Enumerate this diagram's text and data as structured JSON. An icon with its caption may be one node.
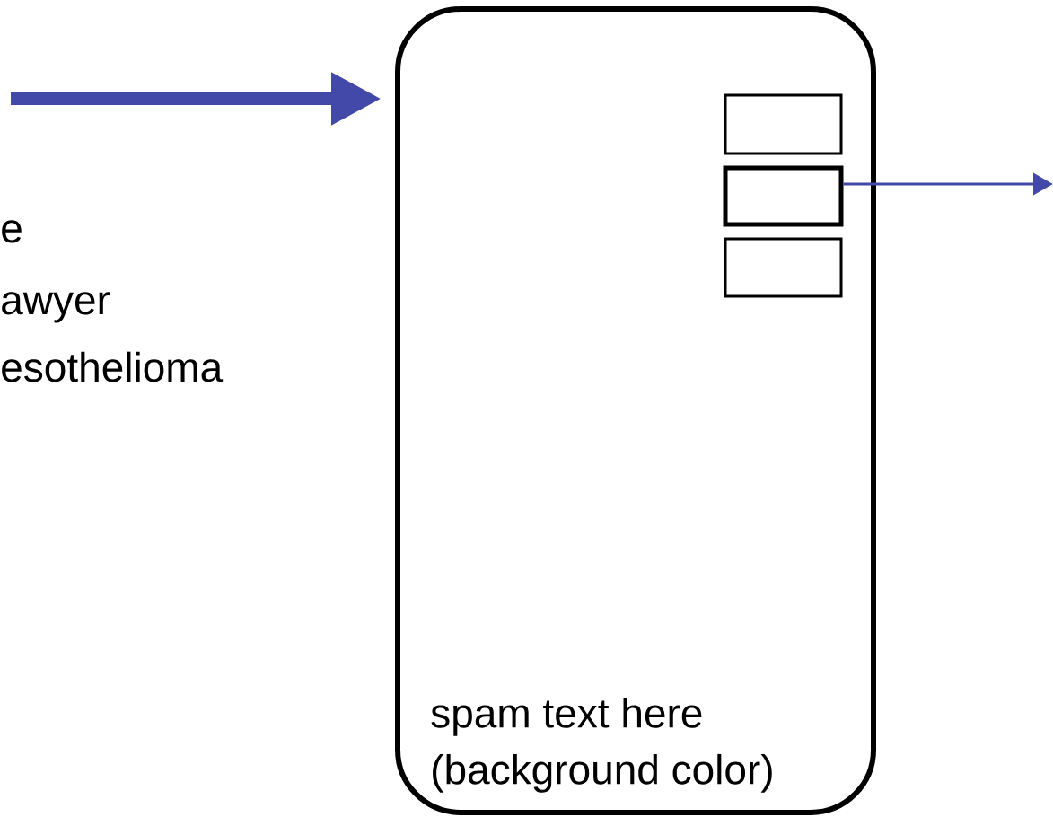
{
  "diagram": {
    "nodes": [
      {
        "text": [
          "spam text here (background color)"
        ]
      },
      {
        "text": [],
        "shape": "box",
        "in": 0
      },
      {
        "text": [],
        "shape": "box",
        "in": 0
      },
      {
        "text": [],
        "shape": "box",
        "in": 0
      }
    ],
    "edges": [
      {
        "from": null,
        "to": 0,
        "arrow": "to",
        "style": "thick"
      },
      {
        "from": 2,
        "to": null,
        "arrow": "to"
      }
    ],
    "labels": [
      "e",
      "awyer",
      "esothelioma"
    ]
  }
}
